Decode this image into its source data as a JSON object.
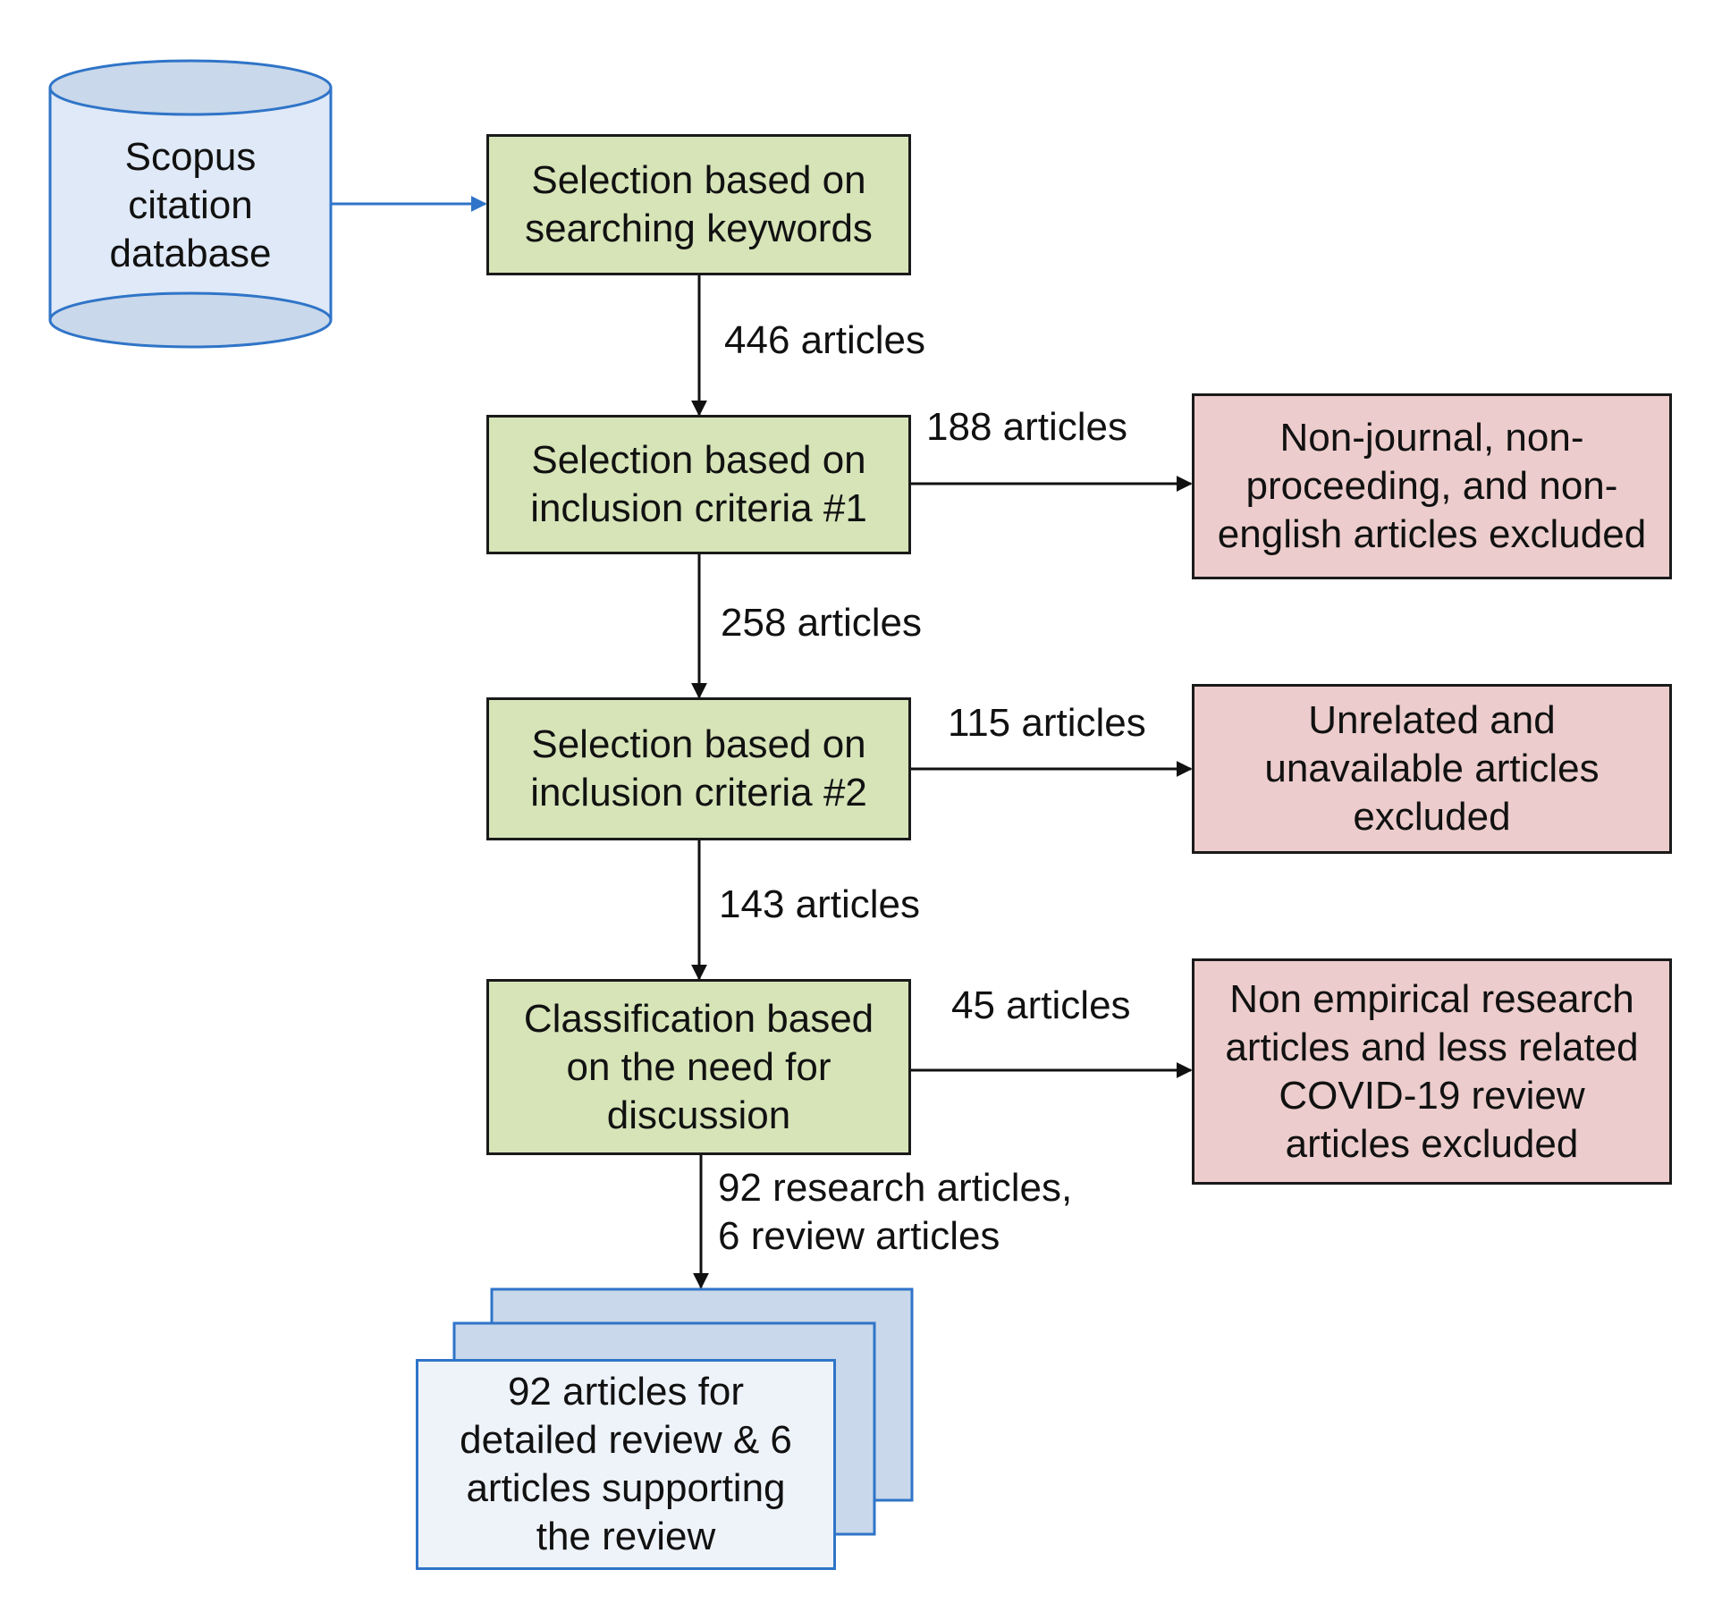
{
  "database": {
    "label": "Scopus\ncitation\ndatabase"
  },
  "steps": [
    {
      "label": "Selection based on\nsearching keywords"
    },
    {
      "label": "Selection based on\ninclusion criteria #1"
    },
    {
      "label": "Selection based on\ninclusion criteria #2"
    },
    {
      "label": "Classification based\non the need for\ndiscussion"
    }
  ],
  "excluded": [
    {
      "label": "Non-journal, non-\nproceeding, and non-\nenglish articles excluded"
    },
    {
      "label": "Unrelated and\nunavailable articles\nexcluded"
    },
    {
      "label": "Non empirical research\narticles and less related\nCOVID-19 review\narticles excluded"
    }
  ],
  "flow_labels": [
    "446 articles",
    "258 articles",
    "143 articles",
    "92 research articles,\n6 review articles"
  ],
  "exclusion_labels": [
    "188 articles",
    "115 articles",
    "45 articles"
  ],
  "result": {
    "label": "92 articles for\ndetailed review & 6\narticles supporting\nthe review"
  },
  "colors": {
    "step_fill": "#d6e4b8",
    "excluded_fill": "#eccccc",
    "database_fill": "#dfe9f7",
    "document_fill": "#c9d8ea",
    "accent_blue": "#2f74c8"
  }
}
